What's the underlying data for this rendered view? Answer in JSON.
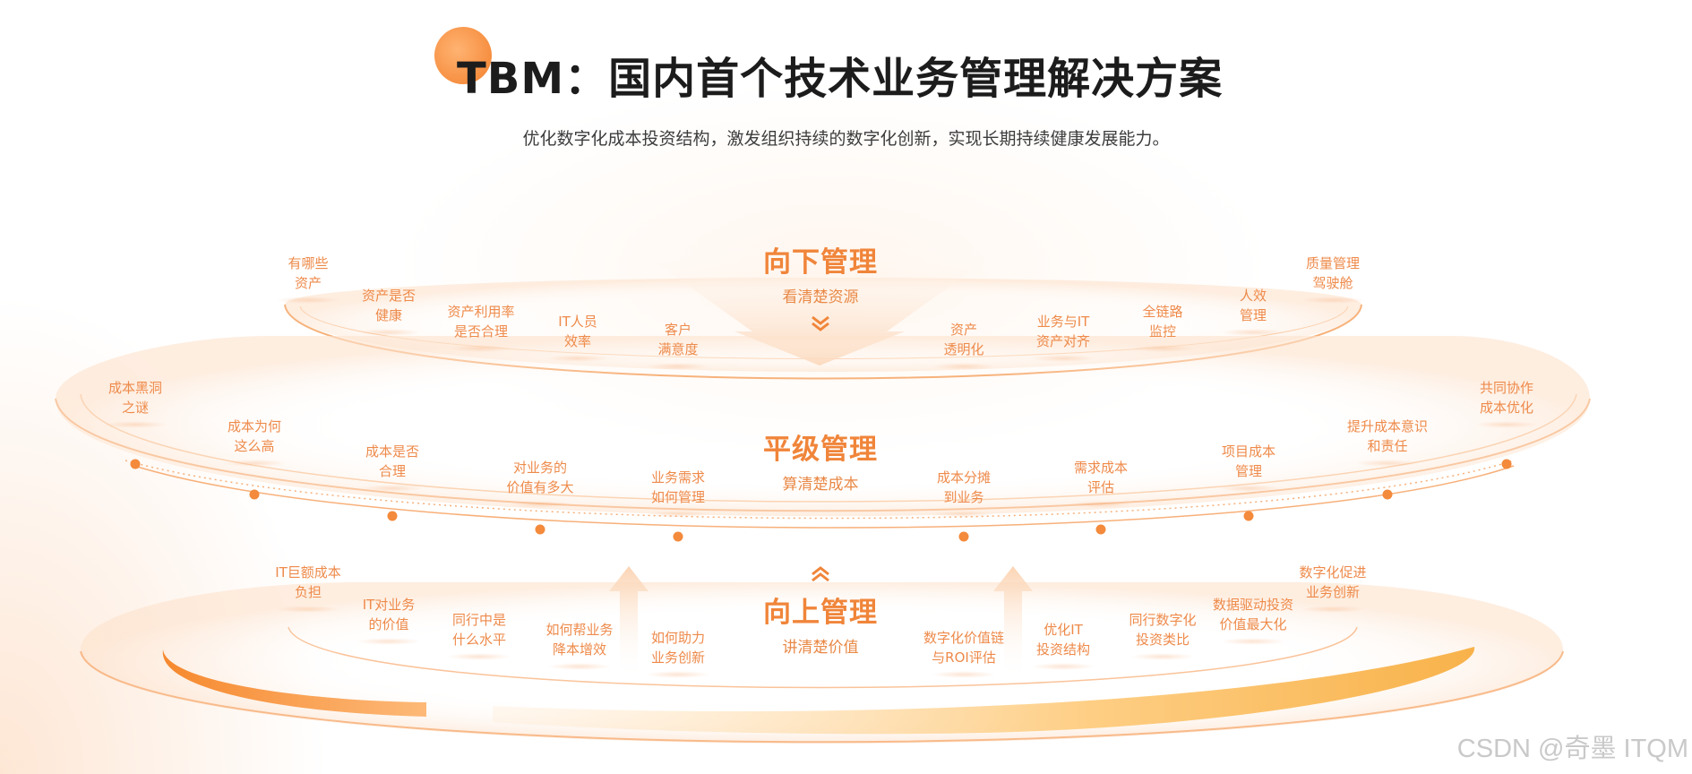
{
  "title": "TBM：国内首个技术业务管理解决方案",
  "subtitle": "优化数字化成本投资结构，激发组织持续的数字化创新，实现长期持续健康发展能力。",
  "watermark": "CSDN @奇墨 ITQM",
  "colors": {
    "accent": "#f0853a",
    "label": "#ee8a4a",
    "ring": "#f6a866",
    "title": "#1c1c1c"
  },
  "icons": [
    "down-chevron-icon",
    "up-chevron-icon",
    "down-arrow-shape",
    "up-arrow-shape"
  ],
  "tiers": {
    "top": {
      "title": "向下管理",
      "sub": "看清楚资源",
      "labels": [
        "有哪些\n资产",
        "资产是否\n健康",
        "资产利用率\n是否合理",
        "IT人员\n效率",
        "客户\n满意度",
        "资产\n透明化",
        "业务与IT\n资产对齐",
        "全链路\n监控",
        "人效\n管理",
        "质量管理\n驾驶舱"
      ]
    },
    "middle": {
      "title": "平级管理",
      "sub": "算清楚成本",
      "labels": [
        "成本黑洞\n之谜",
        "成本为何\n这么高",
        "成本是否\n合理",
        "对业务的\n价值有多大",
        "业务需求\n如何管理",
        "成本分摊\n到业务",
        "需求成本\n评估",
        "项目成本\n管理",
        "提升成本意识\n和责任",
        "共同协作\n成本优化"
      ]
    },
    "bottom": {
      "title": "向上管理",
      "sub": "讲清楚价值",
      "labels": [
        "IT巨额成本\n负担",
        "IT对业务\n的价值",
        "同行中是\n什么水平",
        "如何帮业务\n降本增效",
        "如何助力\n业务创新",
        "数字化价值链\n与ROI评估",
        "优化IT\n投资结构",
        "同行数字化\n投资类比",
        "数据驱动投资\n价值最大化",
        "数字化促进\n业务创新"
      ]
    }
  }
}
